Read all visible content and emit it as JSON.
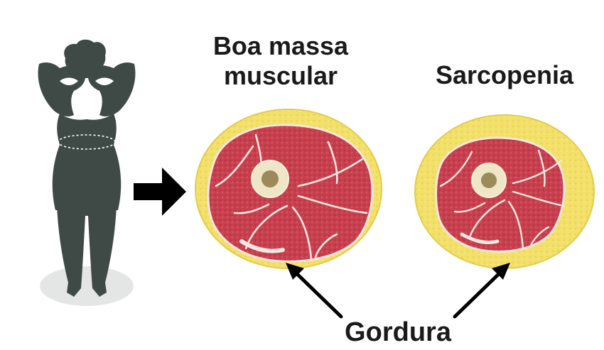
{
  "labels": {
    "good_muscle_line1": "Boa massa",
    "good_muscle_line2": "muscular",
    "sarcopenia": "Sarcopenia",
    "fat": "Gordura"
  },
  "colors": {
    "silhouette": "#3f4a47",
    "fat_layer": "#f2e06a",
    "muscle": "#c8404f",
    "fascia": "#f3e7df",
    "bone_ring": "#efe6c8",
    "marrow": "#9c8a5a",
    "arrow": "#000000",
    "shadow": "#e4e6e5"
  },
  "icons": [
    "female-silhouette-icon",
    "right-arrow-icon",
    "pointer-arrow-icon"
  ]
}
